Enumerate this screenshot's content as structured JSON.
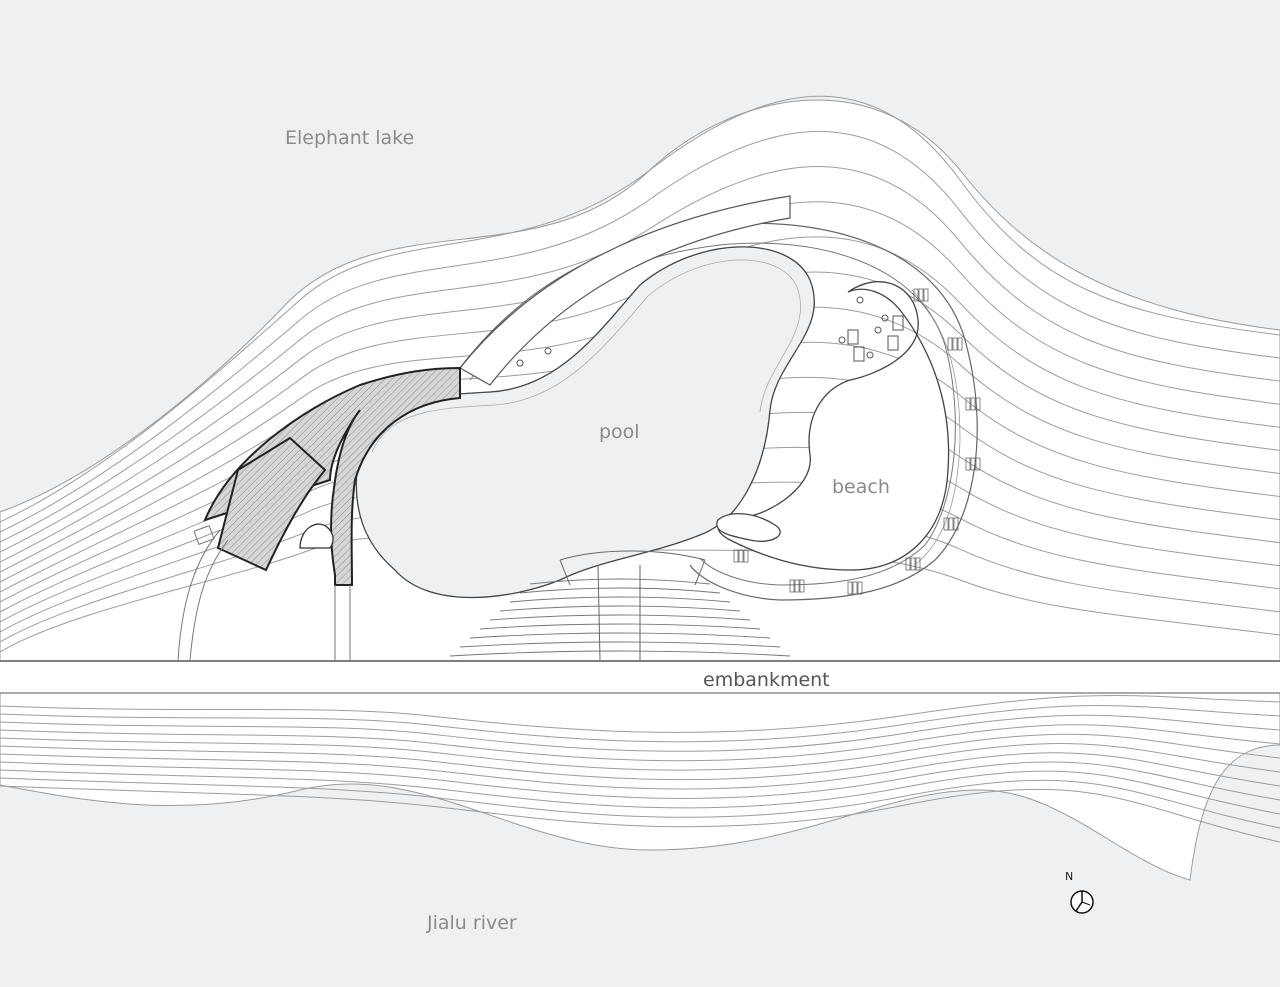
{
  "labels": {
    "lake": "Elephant lake",
    "pool": "pool",
    "beach": "beach",
    "embankment": "embankment",
    "river": "Jialu river",
    "north": "N"
  },
  "colors": {
    "water": "#eef0f2",
    "land": "#ffffff",
    "line": "#8c8c8c",
    "building": "#cfcfcf",
    "label": "#8a8a8a"
  },
  "icons": {
    "north_arrow": "north-arrow-icon"
  }
}
